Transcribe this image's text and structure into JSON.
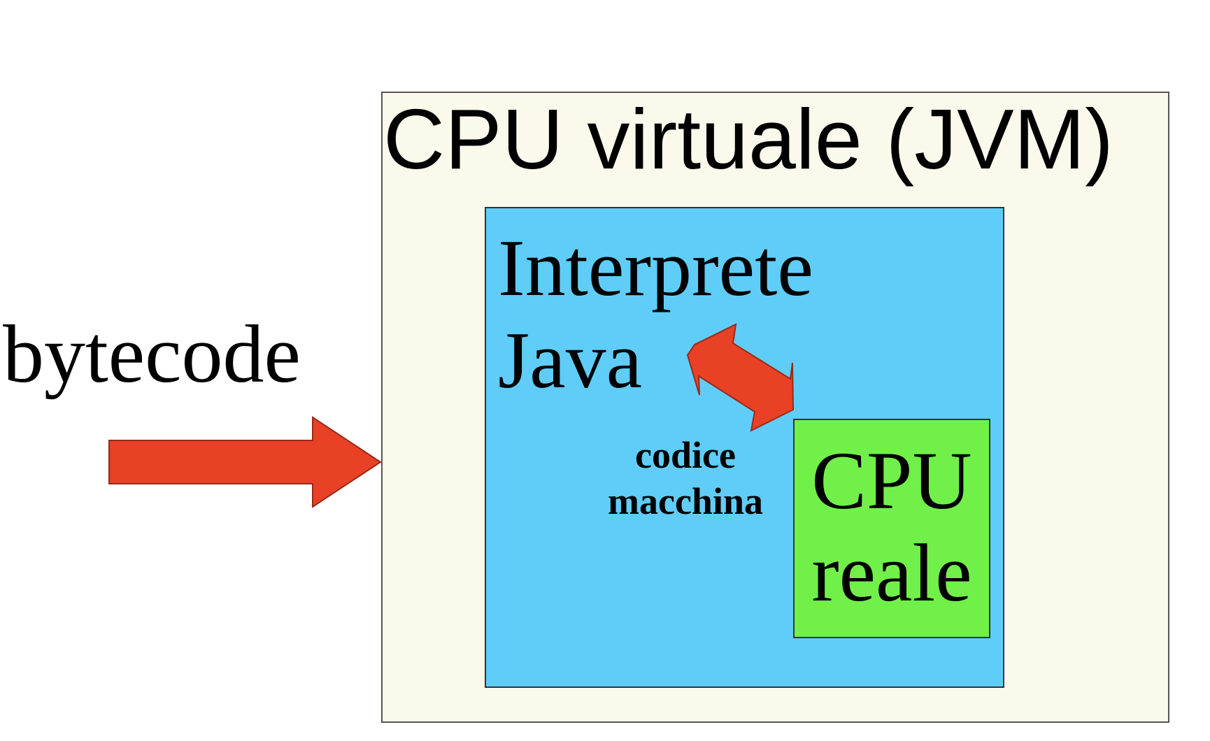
{
  "diagram": {
    "input_label": "bytecode",
    "jvm_title": "CPU virtuale (JVM)",
    "interpreter_label": [
      "Interprete",
      "Java"
    ],
    "machine_code_label": [
      "codice",
      "macchina"
    ],
    "cpu_label": [
      "CPU",
      "reale"
    ]
  },
  "colors": {
    "jvm_background": "#fbf8ec",
    "interpreter_background": "#5fcdf7",
    "cpu_background": "#72f04a",
    "arrow_fill": "#e84126"
  },
  "icons": {
    "input_arrow": "right-arrow-icon",
    "exchange_arrow": "double-arrow-icon"
  }
}
